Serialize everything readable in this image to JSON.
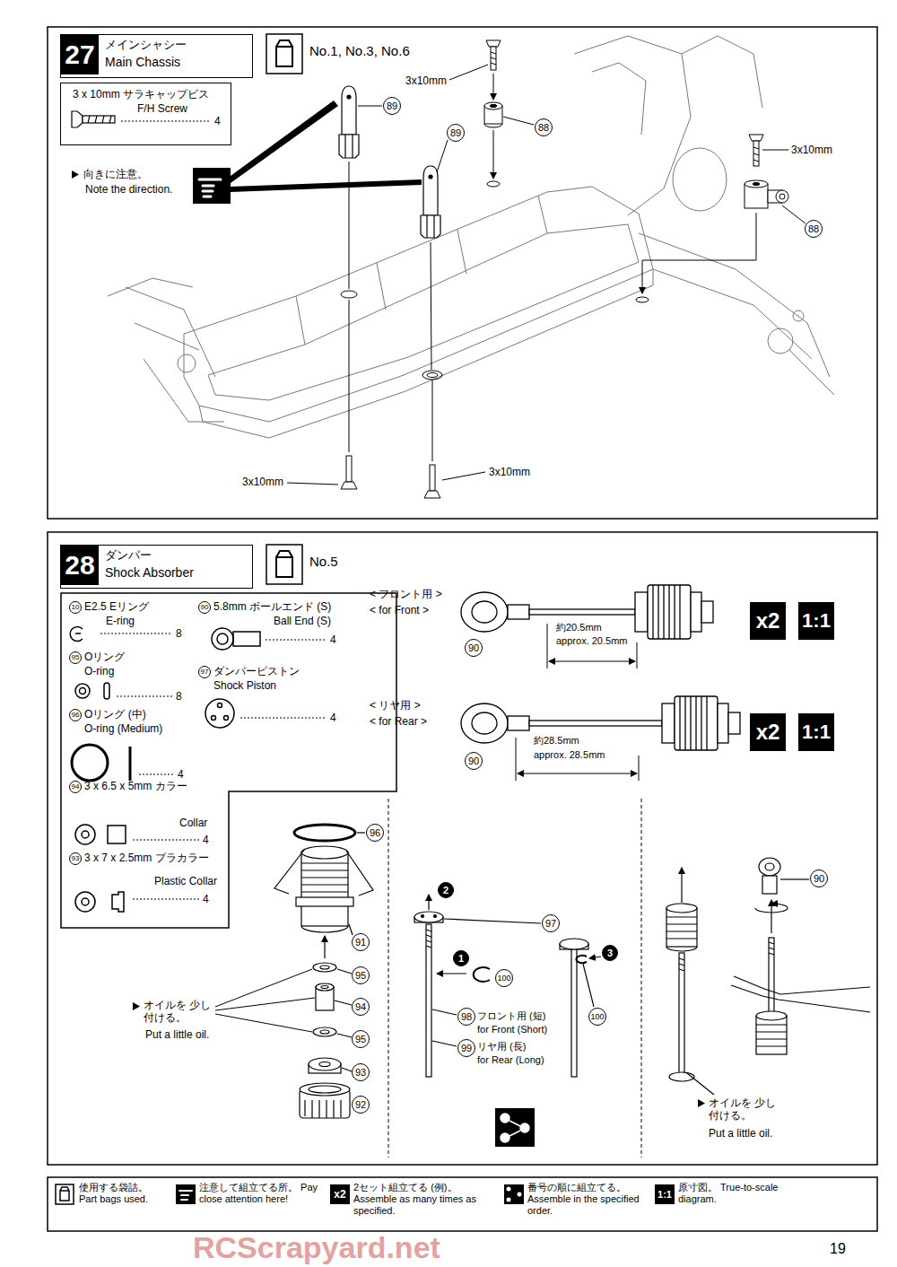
{
  "diagram": {
    "nodes": [
      {
        "text": [
          "27",
          "メインシャシー",
          "Main Chassis"
        ]
      },
      {
        "text": [
          "3 x 10mm サラキャップビス",
          "F/H Screw",
          "4"
        ]
      },
      {
        "text": [
          "28",
          "ダンパー",
          "Shock Absorber"
        ]
      },
      {
        "text": [
          "10",
          "E2.5 Eリング",
          "E-ring",
          "8",
          "95",
          "Oリング",
          "O-ring",
          "8",
          "96",
          "Oリング (中)",
          "O-ring (Medium)",
          "4",
          "94",
          "3 x 6.5 x 5mm カラー",
          "Collar",
          "4",
          "93",
          "3 x 7 x 2.5mm プラカラー",
          "Plastic Collar",
          "4",
          "90",
          "5.8mm ボールエンド (S)",
          "Ball End (S)",
          "4",
          "97",
          "ダンパーピストン",
          "Shock Piston",
          "4"
        ]
      }
    ],
    "labels": [
      "No.1, No.3, No.6",
      "向きに注意。",
      "Note the direction.",
      "3x10mm",
      "3x10mm",
      "3x10mm",
      "3x10mm",
      "89",
      "89",
      "88",
      "88",
      "No.5",
      "< フロント用 >",
      "< for Front >",
      "約20.5mm",
      "approx. 20.5mm",
      "90",
      "x2",
      "1:1",
      "< リヤ用 >",
      "< for Rear >",
      "約28.5mm",
      "approx. 28.5mm",
      "90",
      "x2",
      "1:1",
      "96",
      "91",
      "95",
      "94",
      "95",
      "93",
      "92",
      "オイルを 少し付ける。",
      "Put a little oil.",
      "2",
      "97",
      "1",
      "100",
      "98",
      "フロント用 (短)",
      "for Front (Short)",
      "99",
      "リヤ用 (長)",
      "for Rear (Long)",
      "3",
      "100",
      "90",
      "オイルを 少し付ける。",
      "Put a little oil.",
      "x2",
      "1:1",
      "19",
      "RCScrapyard.net"
    ],
    "legend": [
      {
        "text": "使用する袋詰。 Part bags used."
      },
      {
        "text": "注意して組立てる所。 Pay close attention here!"
      },
      {
        "text": "2セット組立てる (例)。 Assemble as many times as specified."
      },
      {
        "text": "番号の順に組立てる。 Assemble in the specified order."
      },
      {
        "text": "原寸図。 True-to-scale diagram."
      }
    ]
  }
}
